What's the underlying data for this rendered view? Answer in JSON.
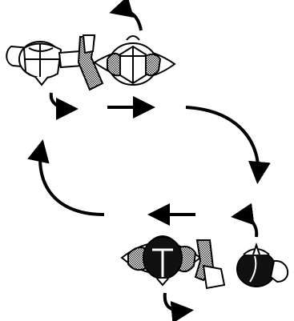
{
  "diagram": {
    "kind": "rotation-cycle",
    "colors": {
      "stroke": "#000000",
      "background": "#ffffff",
      "hatch": "#9a9a9a",
      "dark": "#111111"
    },
    "states": [
      {
        "id": "top",
        "style": "open",
        "flip_arrow": "counter-clockwise"
      },
      {
        "id": "bottom",
        "style": "filled",
        "flip_arrow": "clockwise"
      }
    ],
    "arrows": [
      {
        "id": "top-right-flow",
        "direction": "right"
      },
      {
        "id": "right-side-down",
        "direction": "down"
      },
      {
        "id": "bottom-left-flow",
        "direction": "left"
      },
      {
        "id": "left-side-up",
        "direction": "up"
      }
    ]
  }
}
